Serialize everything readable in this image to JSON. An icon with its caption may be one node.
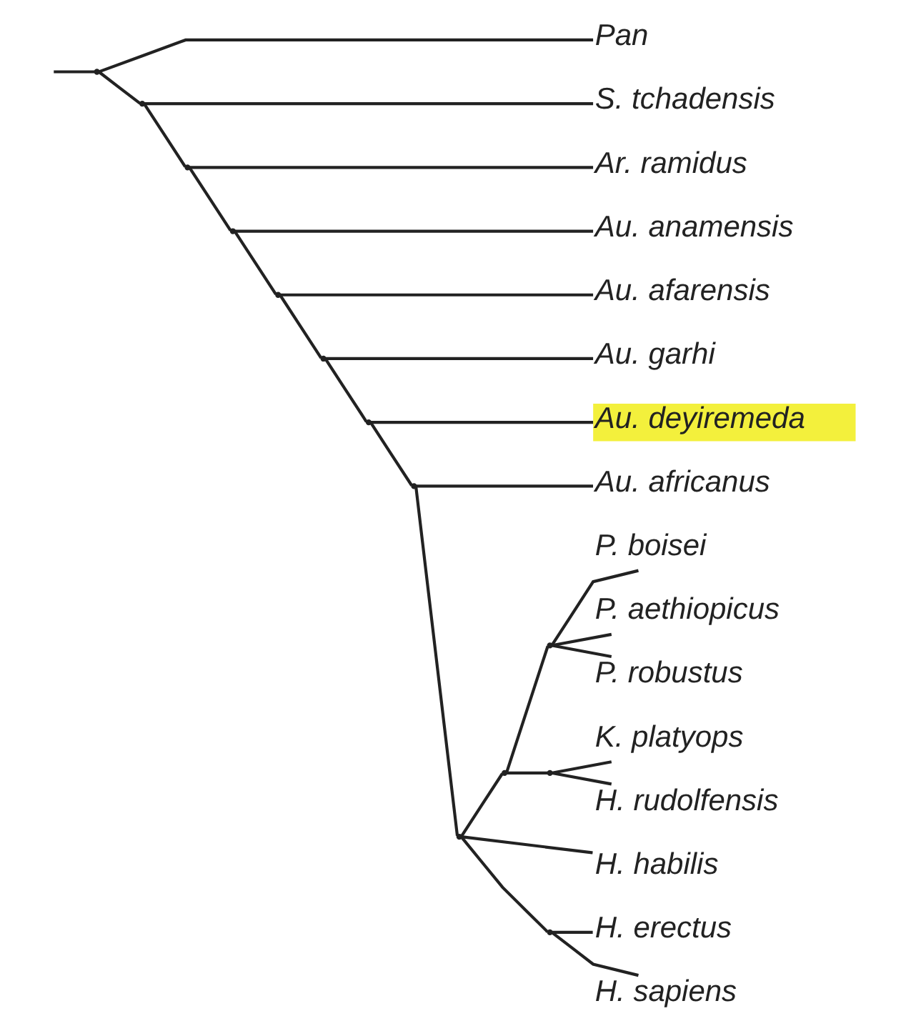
{
  "diagram": {
    "nodes": [
      {
        "text": [
          "Pan"
        ]
      },
      {
        "text": [
          "S. tchadensis"
        ]
      },
      {
        "text": [
          "Ar. ramidus"
        ]
      },
      {
        "text": [
          "Au. anamensis"
        ]
      },
      {
        "text": [
          "Au. afarensis"
        ]
      },
      {
        "text": [
          "Au. garhi"
        ]
      },
      {
        "text": [
          "Au. deyiremeda"
        ]
      },
      {
        "text": [
          "Au. africanus"
        ]
      },
      {
        "text": [
          "P. boisei"
        ]
      },
      {
        "text": [
          "P. aethiopicus"
        ]
      },
      {
        "text": [
          "P. robustus"
        ]
      },
      {
        "text": [
          "K. platyops"
        ]
      },
      {
        "text": [
          "H. rudolfensis"
        ]
      },
      {
        "text": [
          "H. habilis"
        ]
      },
      {
        "text": [
          "H. erectus"
        ]
      },
      {
        "text": [
          "H. sapiens"
        ]
      },
      {
        "text": [],
        "shape": "point"
      },
      {
        "text": [],
        "shape": "point"
      },
      {
        "text": [],
        "shape": "point"
      },
      {
        "text": [],
        "shape": "point"
      },
      {
        "text": [],
        "shape": "point"
      },
      {
        "text": [],
        "shape": "point"
      },
      {
        "text": [],
        "shape": "point"
      },
      {
        "text": [],
        "shape": "point"
      },
      {
        "text": [],
        "shape": "point"
      },
      {
        "text": [],
        "shape": "point"
      },
      {
        "text": [],
        "shape": "point"
      },
      {
        "text": [],
        "shape": "point"
      },
      {
        "text": [],
        "shape": "point"
      }
    ],
    "edges": [
      {
        "from": null,
        "to": 16,
        "arrow": "none"
      },
      {
        "from": 16,
        "to": 0,
        "arrow": "none"
      },
      {
        "from": 16,
        "to": 17,
        "arrow": "none"
      },
      {
        "from": 17,
        "to": 1,
        "arrow": "none"
      },
      {
        "from": 17,
        "to": 18,
        "arrow": "none"
      },
      {
        "from": 18,
        "to": 2,
        "arrow": "none"
      },
      {
        "from": 18,
        "to": 19,
        "arrow": "none"
      },
      {
        "from": 19,
        "to": 3,
        "arrow": "none"
      },
      {
        "from": 19,
        "to": 20,
        "arrow": "none"
      },
      {
        "from": 20,
        "to": 4,
        "arrow": "none"
      },
      {
        "from": 20,
        "to": 21,
        "arrow": "none"
      },
      {
        "from": 21,
        "to": 5,
        "arrow": "none"
      },
      {
        "from": 21,
        "to": 22,
        "arrow": "none"
      },
      {
        "from": 22,
        "to": 6,
        "arrow": "none"
      },
      {
        "from": 22,
        "to": 23,
        "arrow": "none"
      },
      {
        "from": 23,
        "to": 7,
        "arrow": "none"
      },
      {
        "from": 23,
        "to": 24,
        "arrow": "none"
      },
      {
        "from": 24,
        "to": 25,
        "arrow": "none"
      },
      {
        "from": 24,
        "to": 13,
        "arrow": "none"
      },
      {
        "from": 24,
        "to": 28,
        "arrow": "none"
      },
      {
        "from": 25,
        "to": 26,
        "arrow": "none"
      },
      {
        "from": 25,
        "to": 27,
        "arrow": "none"
      },
      {
        "from": 26,
        "to": 8,
        "arrow": "none"
      },
      {
        "from": 26,
        "to": 9,
        "arrow": "none"
      },
      {
        "from": 26,
        "to": 10,
        "arrow": "none"
      },
      {
        "from": 27,
        "to": 11,
        "arrow": "none"
      },
      {
        "from": 27,
        "to": 12,
        "arrow": "none"
      },
      {
        "from": 28,
        "to": 14,
        "arrow": "none"
      },
      {
        "from": 28,
        "to": 15,
        "arrow": "none"
      }
    ]
  }
}
